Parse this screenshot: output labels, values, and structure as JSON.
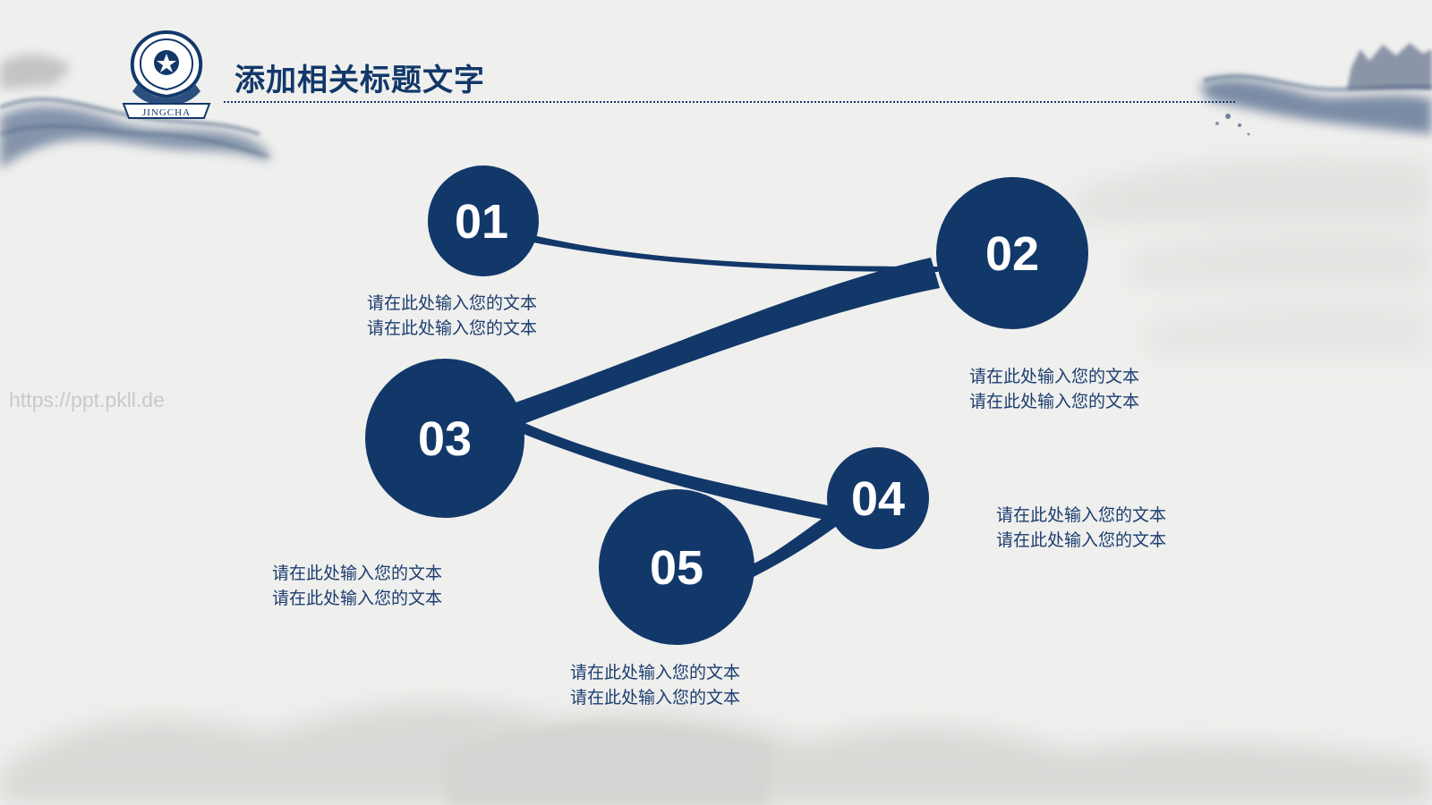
{
  "header": {
    "title": "添加相关标题文字",
    "emblem_text": "JINGCHA"
  },
  "watermark": "https://ppt.pkll.de",
  "colors": {
    "primary": "#12386a",
    "background": "#efefed",
    "text": "#1c3d70"
  },
  "steps": [
    {
      "number": "01",
      "line1": "请在此处输入您的文本",
      "line2": "请在此处输入您的文本"
    },
    {
      "number": "02",
      "line1": "请在此处输入您的文本",
      "line2": "请在此处输入您的文本"
    },
    {
      "number": "03",
      "line1": "请在此处输入您的文本",
      "line2": "请在此处输入您的文本"
    },
    {
      "number": "04",
      "line1": "请在此处输入您的文本",
      "line2": "请在此处输入您的文本"
    },
    {
      "number": "05",
      "line1": "请在此处输入您的文本",
      "line2": "请在此处输入您的文本"
    }
  ]
}
